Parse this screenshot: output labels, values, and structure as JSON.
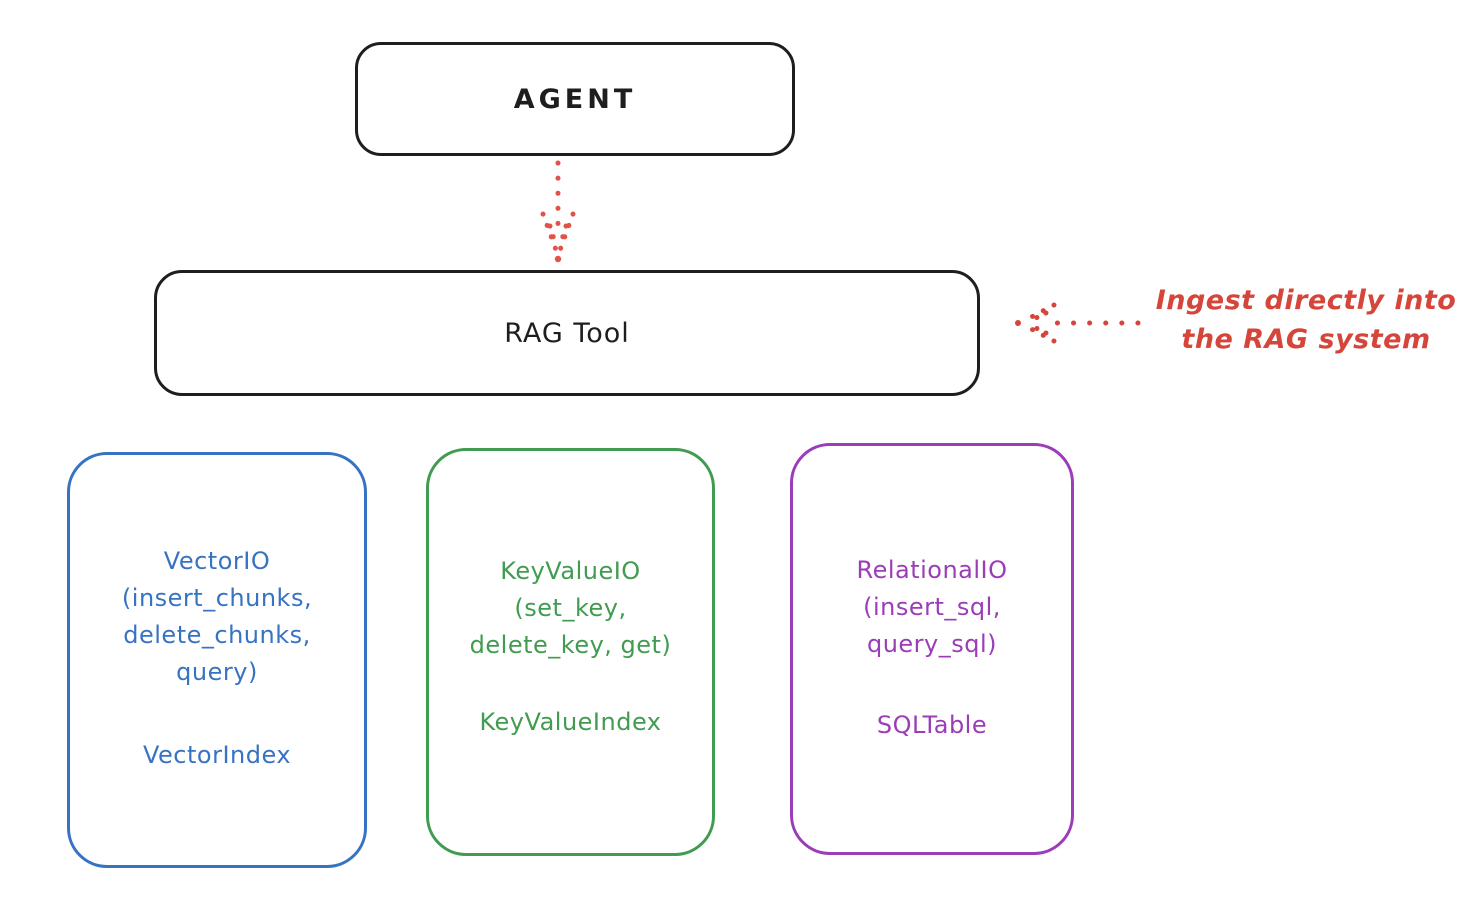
{
  "canvas": {
    "background": "#ffffff",
    "stroke_black": "#1e1e1e"
  },
  "nodes": {
    "agent": {
      "label": "AGENT",
      "stroke": "#1e1e1e"
    },
    "rag_tool": {
      "label": "RAG Tool",
      "stroke": "#1e1e1e"
    },
    "vector_io": {
      "stroke": "#3773c3",
      "lines": [
        "VectorIO",
        "(insert_chunks,",
        "delete_chunks,",
        "query)"
      ],
      "index": "VectorIndex"
    },
    "key_value_io": {
      "stroke": "#419b50",
      "lines": [
        "KeyValueIO",
        "(set_key,",
        "delete_key, get)"
      ],
      "index": "KeyValueIndex"
    },
    "relational_io": {
      "stroke": "#9b3cb9",
      "lines": [
        "RelationalIO",
        "(insert_sql,",
        "query_sql)"
      ],
      "index": "SQLTable"
    }
  },
  "annotation": {
    "color": "#d6453a",
    "lines": [
      "Ingest directly into",
      "the RAG system"
    ]
  },
  "arrows": {
    "agent_to_rag_tool": {
      "color": "#e05348",
      "style": "dotted",
      "direction": "down"
    },
    "ingest_into_rag": {
      "color": "#d6453a",
      "style": "dotted",
      "direction": "left"
    }
  }
}
